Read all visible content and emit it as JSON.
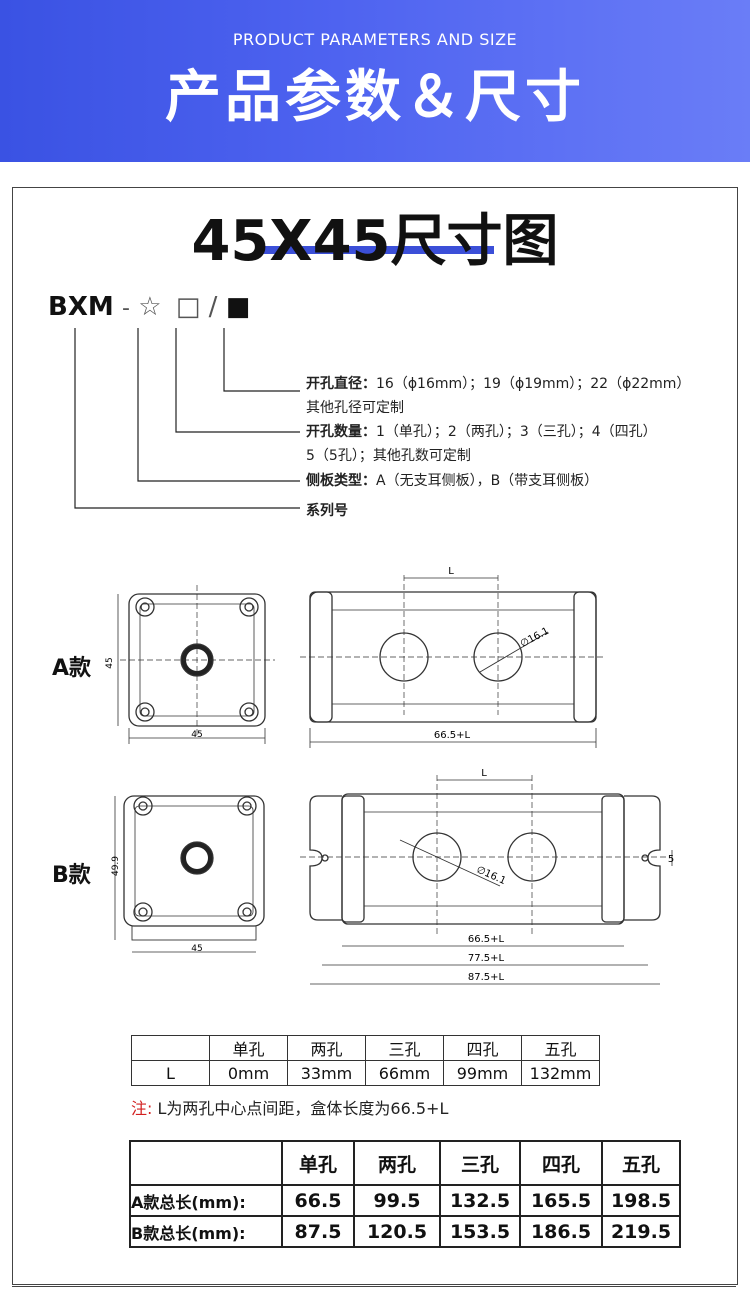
{
  "banner": {
    "subtitle_en": "PRODUCT PARAMETERS AND SIZE",
    "title_cn": "产品参数＆尺寸"
  },
  "diagram_title": "45X45尺寸图",
  "code": {
    "prefix": "BXM",
    "dash": "-",
    "star": "☆",
    "box": "□",
    "slash": "/",
    "filled": "■"
  },
  "params": [
    {
      "label": "开孔直径：",
      "text": "16（ϕ16mm）；19（ϕ19mm）；22（ϕ22mm）",
      "text2": "其他孔径可定制"
    },
    {
      "label": "开孔数量：",
      "text": "1（单孔）；2（两孔）；3（三孔）；4（四孔）",
      "text2": "5（5孔）；其他孔数可定制"
    },
    {
      "label": "侧板类型：",
      "text": "A（无支耳侧板），B（带支耳侧板）"
    },
    {
      "label": "系列号"
    }
  ],
  "models": {
    "a": "A款",
    "b": "B款"
  },
  "dims": {
    "a_side": "45",
    "a_bottom": "45",
    "a_length": "66.5+L",
    "L": "L",
    "hole": "∅16.1",
    "b_side": "49.9",
    "b_bottom": "45",
    "b_len1": "66.5+L",
    "b_len2": "77.5+L",
    "b_len3": "87.5+L",
    "b_ear": "5"
  },
  "spacing_table": {
    "headers": [
      "",
      "单孔",
      "两孔",
      "三孔",
      "四孔",
      "五孔"
    ],
    "row_label": "L",
    "values": [
      "0mm",
      "33mm",
      "66mm",
      "99mm",
      "132mm"
    ]
  },
  "note": {
    "prefix": "注:",
    "text": "L为两孔中心点间距，盒体长度为66.5+L"
  },
  "total_table": {
    "headers": [
      "",
      "单孔",
      "两孔",
      "三孔",
      "四孔",
      "五孔"
    ],
    "rows": [
      {
        "label": "A款总长(mm):",
        "values": [
          "66.5",
          "99.5",
          "132.5",
          "165.5",
          "198.5"
        ]
      },
      {
        "label": "B款总长(mm):",
        "values": [
          "87.5",
          "120.5",
          "153.5",
          "186.5",
          "219.5"
        ]
      }
    ]
  },
  "colors": {
    "banner_start": "#3a52e3",
    "banner_end": "#6a7df7",
    "accent_bar": "#3b4fd8",
    "note_red": "#d21f1f"
  }
}
